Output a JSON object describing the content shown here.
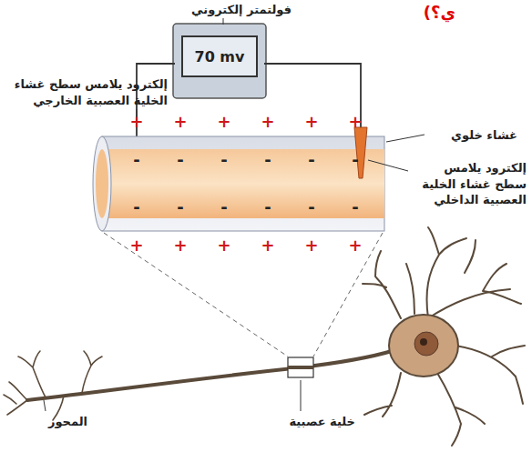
{
  "diagram": {
    "nodes": [
      {
        "text": [
          "70 mv"
        ]
      }
    ],
    "labels": [
      "ي؟)",
      "فولتمتر إلكتروني",
      "إلكترود يلامس سطح غشاء الخلية العصبية الخارجي",
      "غشاء خلوي",
      "إلكترود يلامس سطح غشاء الخلية العصبية الداخلي",
      "المحور",
      "خلية عصبية",
      "+",
      "+",
      "+",
      "+",
      "+",
      "+",
      "-",
      "-",
      "-",
      "-",
      "-",
      "-",
      "-",
      "-",
      "-",
      "-",
      "-",
      "-",
      "+",
      "+",
      "+",
      "+",
      "+",
      "+"
    ]
  }
}
